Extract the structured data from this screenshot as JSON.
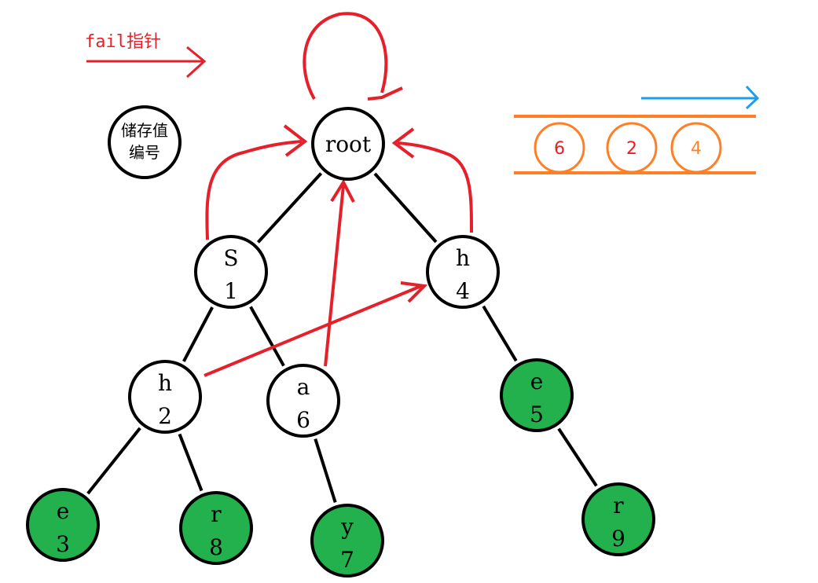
{
  "legend": {
    "fail_label": "fail指针",
    "node_line1": "储存值",
    "node_line2": "编号"
  },
  "colors": {
    "edge": "#000000",
    "fail": "#e5202a",
    "terminal_fill": "#22b14c",
    "normal_fill": "#ffffff",
    "queue": "#ff7f27",
    "queue_arrow": "#1e9ee6"
  },
  "root": {
    "label": "root"
  },
  "nodes": [
    {
      "key": "s1",
      "value": "S",
      "id": "1",
      "terminal": false
    },
    {
      "key": "h4",
      "value": "h",
      "id": "4",
      "terminal": false
    },
    {
      "key": "h2",
      "value": "h",
      "id": "2",
      "terminal": false
    },
    {
      "key": "a6",
      "value": "a",
      "id": "6",
      "terminal": false
    },
    {
      "key": "e5",
      "value": "e",
      "id": "5",
      "terminal": true
    },
    {
      "key": "e3",
      "value": "e",
      "id": "3",
      "terminal": true
    },
    {
      "key": "r8",
      "value": "r",
      "id": "8",
      "terminal": true
    },
    {
      "key": "y7",
      "value": "y",
      "id": "7",
      "terminal": true
    },
    {
      "key": "r9",
      "value": "r",
      "id": "9",
      "terminal": true
    }
  ],
  "tree_edges": [
    [
      "root",
      "s1"
    ],
    [
      "root",
      "h4"
    ],
    [
      "s1",
      "h2"
    ],
    [
      "s1",
      "a6"
    ],
    [
      "h4",
      "e5"
    ],
    [
      "h2",
      "e3"
    ],
    [
      "h2",
      "r8"
    ],
    [
      "a6",
      "y7"
    ],
    [
      "e5",
      "r9"
    ]
  ],
  "fail_links": [
    [
      "s1",
      "root"
    ],
    [
      "h4",
      "root"
    ],
    [
      "a6",
      "root"
    ],
    [
      "h2",
      "h4"
    ],
    [
      "root",
      "root"
    ]
  ],
  "queue": {
    "items": [
      {
        "label": "6",
        "color": "#e5202a"
      },
      {
        "label": "2",
        "color": "#e5202a"
      },
      {
        "label": "4",
        "color": "#ff7f27"
      }
    ]
  }
}
